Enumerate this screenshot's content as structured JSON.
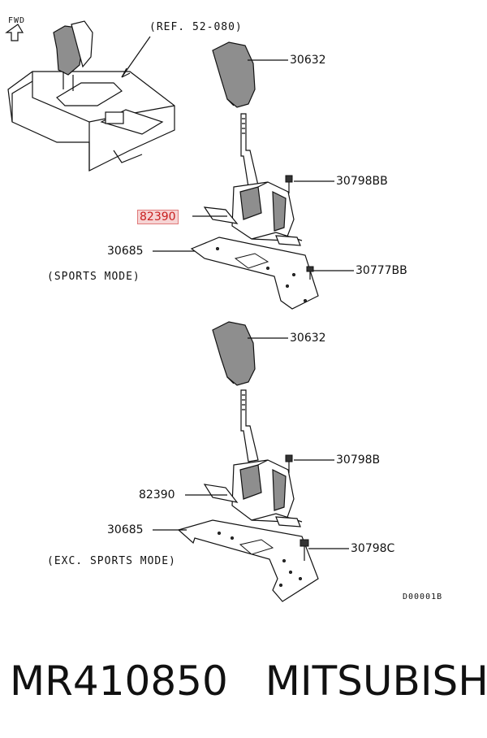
{
  "fwd_label": "FWD",
  "reference": "(REF. 52-080)",
  "assemblies": [
    {
      "variant": "(SPORTS MODE)",
      "labels": {
        "knob": "30632",
        "bolt": "30798BB",
        "lever": "82390",
        "bracket": "30685",
        "screw": "30777BB"
      }
    },
    {
      "variant": "(EXC. SPORTS MODE)",
      "labels": {
        "knob": "30632",
        "bolt": "30798B",
        "lever": "82390",
        "bracket": "30685",
        "screw": "30798C"
      }
    }
  ],
  "highlighted_part": "82390",
  "drawing_code": "D00001B",
  "footer": {
    "part_number": "MR410850",
    "brand": "MITSUBISHI"
  },
  "colors": {
    "highlight_text": "#c81e1e",
    "highlight_fill": "#f6d4d4",
    "line": "#111111"
  }
}
